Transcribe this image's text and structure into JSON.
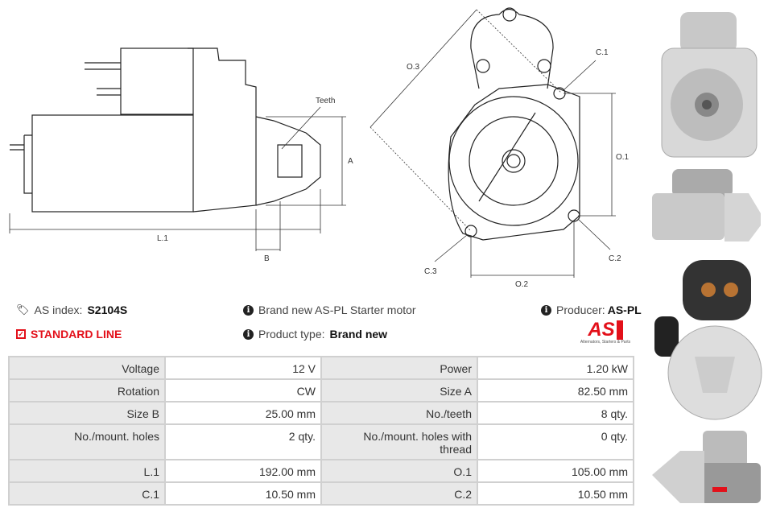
{
  "diagram_labels": {
    "teeth": "Teeth",
    "a": "A",
    "b": "B",
    "l1": "L.1",
    "o1": "O.1",
    "o2": "O.2",
    "o3": "O.3",
    "c1": "C.1",
    "c2": "C.2",
    "c3": "C.3"
  },
  "info": {
    "as_index_label": "AS index:",
    "as_index_value": "S2104S",
    "standard_line": "STANDARD LINE",
    "description": "Brand new AS-PL Starter motor",
    "product_type_label": "Product type:",
    "product_type_value": "Brand new",
    "producer_label": "Producer:",
    "producer_value": "AS-PL"
  },
  "logo": {
    "text": "AS",
    "tagline": "Alternators, Starters & Parts",
    "color": "#e3101a"
  },
  "specs": [
    [
      "Voltage",
      "12 V",
      "Power",
      "1.20 kW"
    ],
    [
      "Rotation",
      "CW",
      "Size A",
      "82.50 mm"
    ],
    [
      "Size B",
      "25.00 mm",
      "No./teeth",
      "8 qty."
    ],
    [
      "No./mount. holes",
      "2 qty.",
      "No./mount. holes with thread",
      "0 qty."
    ],
    [
      "L.1",
      "192.00 mm",
      "O.1",
      "105.00 mm"
    ],
    [
      "C.1",
      "10.50 mm",
      "C.2",
      "10.50 mm"
    ]
  ]
}
